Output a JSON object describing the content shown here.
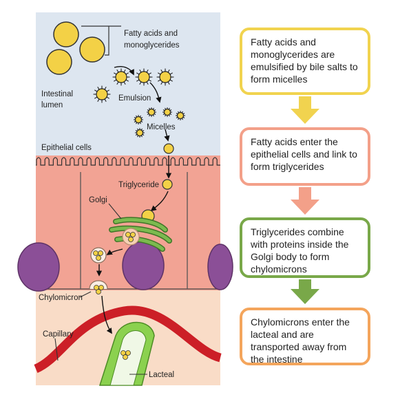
{
  "labels": {
    "fatty_acids": "Fatty acids and",
    "monoglycerides": "monoglycerides",
    "intestinal": "Intestinal",
    "lumen": "lumen",
    "emulsion": "Emulsion",
    "micelles": "Micelles",
    "epithelial_cells": "Epithelial cells",
    "triglyceride": "Triglyceride",
    "golgi": "Golgi",
    "chylomicron": "Chylomicron",
    "capillary": "Capillary",
    "lacteal": "Lacteal"
  },
  "steps": [
    {
      "text": "Fatty acids and monoglycerides are emulsified by bile salts to form micelles"
    },
    {
      "text": "Fatty acids enter the epithelial cells and link to form triglycerides"
    },
    {
      "text": "Triglycerides combine with proteins inside the Golgi body to form chylomicrons"
    },
    {
      "text": "Chylomicrons enter the lacteal and are transported away from the intestine"
    }
  ],
  "colors": {
    "lumen": "#dde6f0",
    "epithelium": "#f2a394",
    "tissue": "#f9dcc7",
    "nucleus": "#8b4f97",
    "golgi": "#5e9b3d",
    "capillary": "#cc1f27",
    "lacteal": "#8bd14f",
    "lipid": "#f3d146",
    "step1": "#f1d34f",
    "step2": "#f3a089",
    "step3": "#79a849",
    "step4": "#f4a55c"
  }
}
